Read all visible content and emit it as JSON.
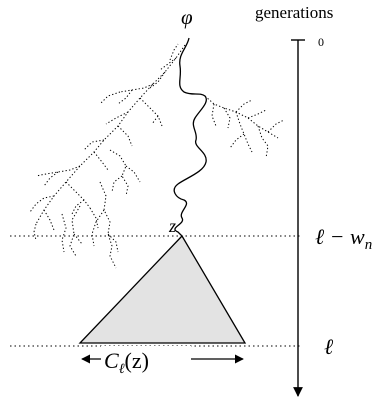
{
  "labels": {
    "root": "φ",
    "axis_title": "generations",
    "axis_start": "0",
    "node": "z",
    "level_upper": "ℓ − w",
    "level_upper_sub": "n",
    "level_lower": "ℓ",
    "cone_main": "C",
    "cone_sub": "ℓ",
    "cone_arg": "(z)"
  },
  "colors": {
    "triangle_fill": "#e3e3e3",
    "stroke": "#000000"
  }
}
